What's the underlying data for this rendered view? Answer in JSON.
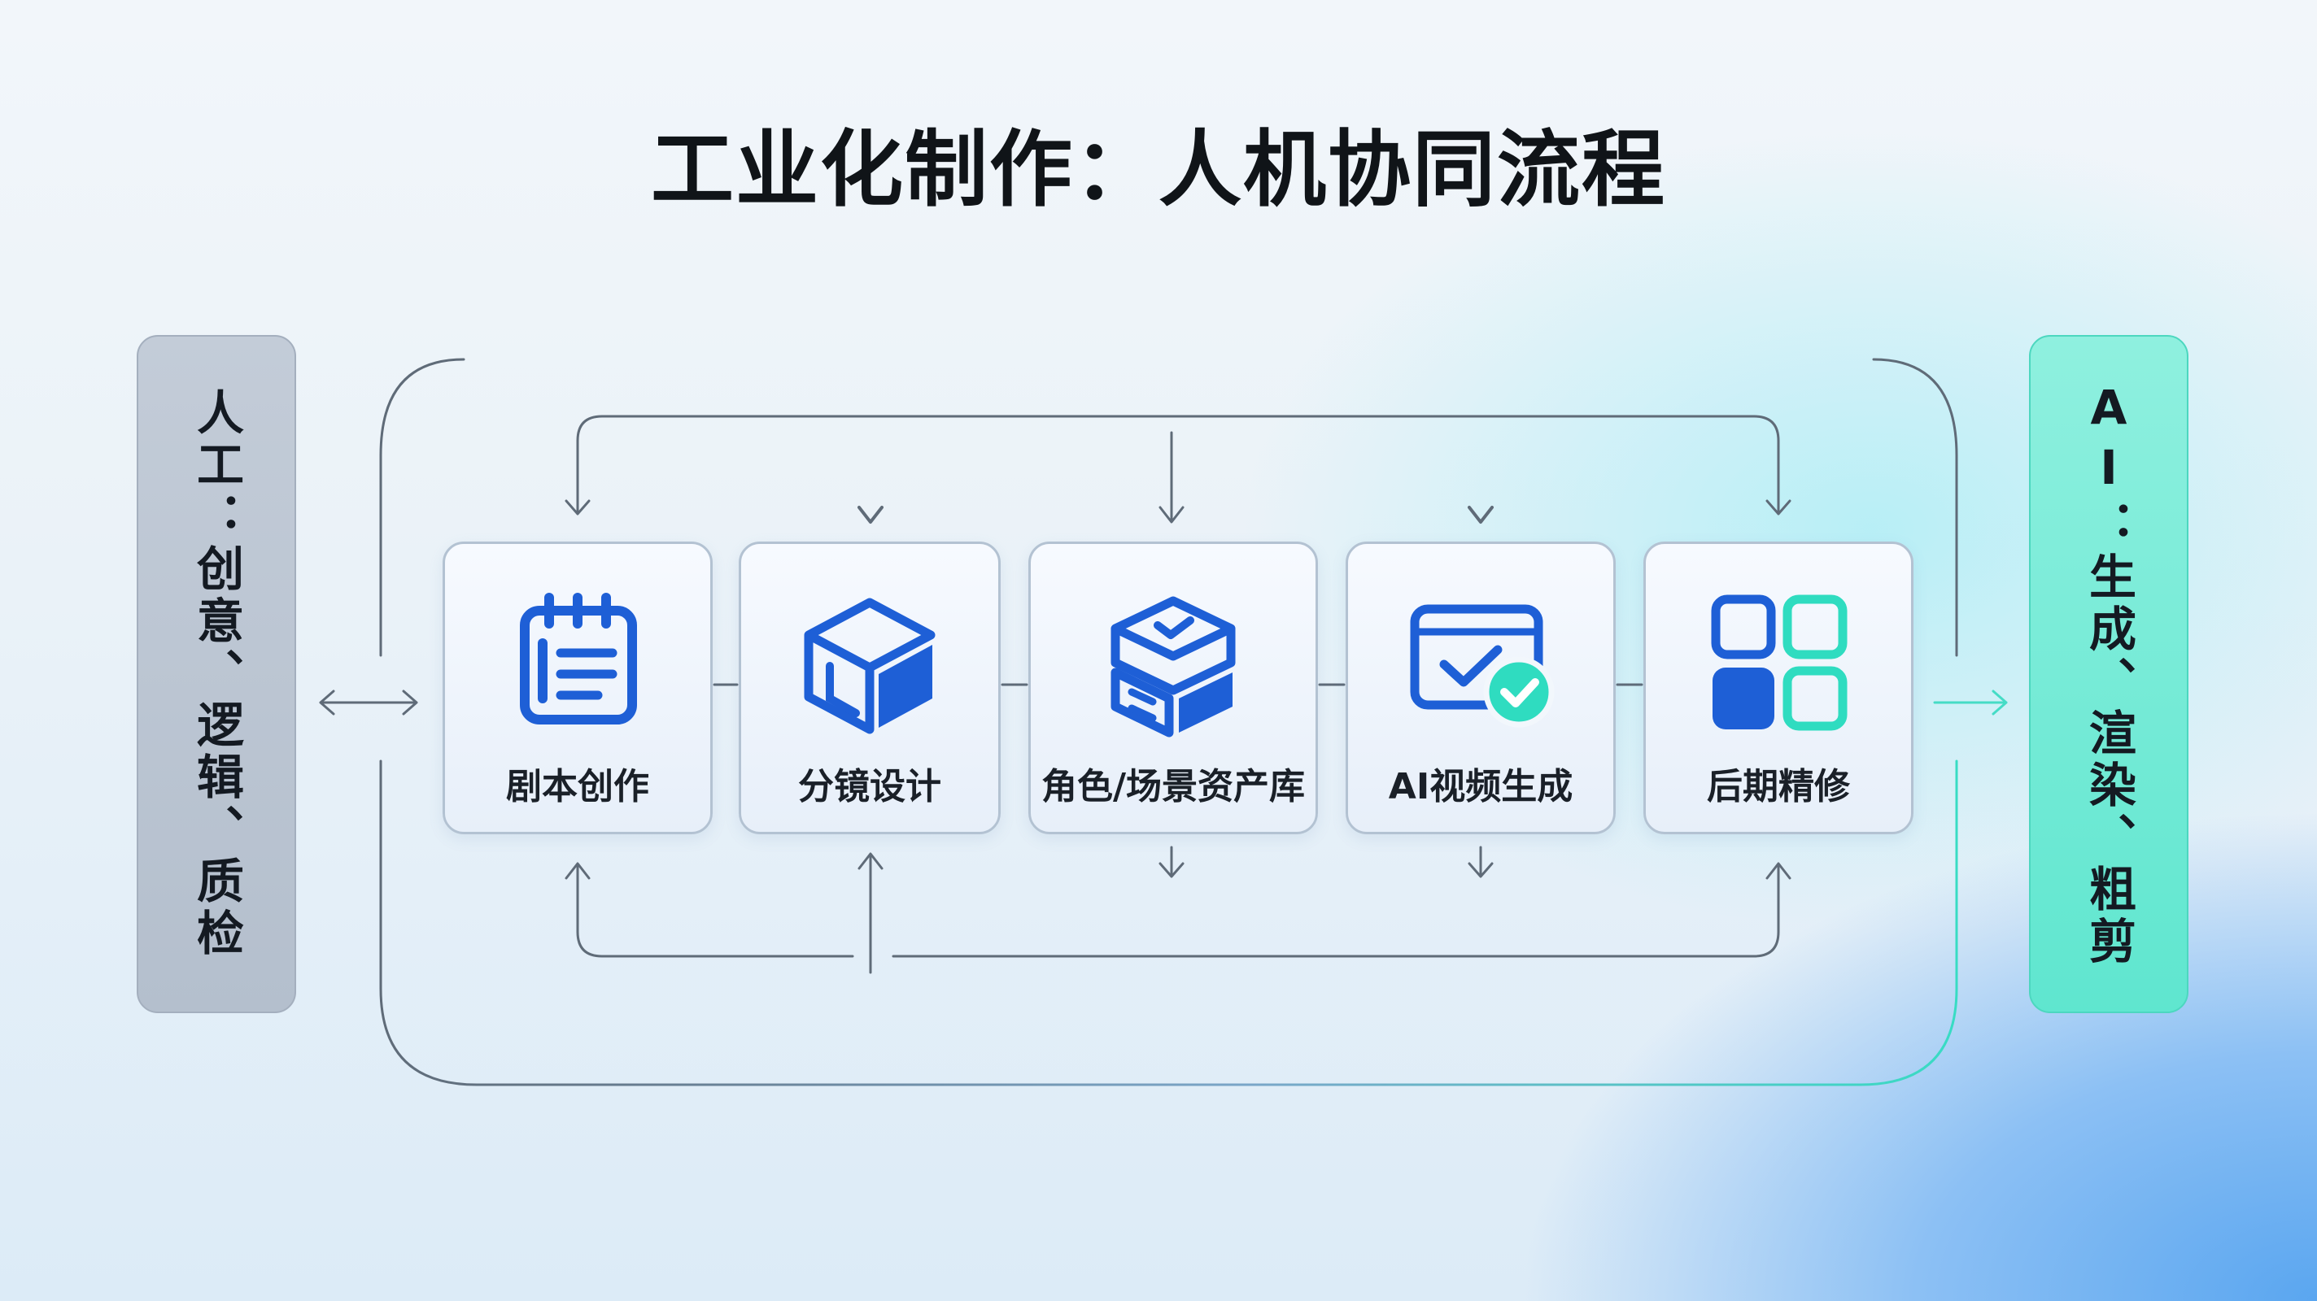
{
  "title": "工业化制作：人机协同流程",
  "left_panel": {
    "text": "人工：创意、逻辑、质检"
  },
  "right_panel": {
    "text": "AI：生成、渲染、粗剪"
  },
  "steps": [
    {
      "label": "剧本创作",
      "icon": "script-notepad-icon"
    },
    {
      "label": "分镜设计",
      "icon": "cube-storyboard-icon"
    },
    {
      "label": "角色/场景资产库",
      "icon": "asset-box-icon"
    },
    {
      "label": "AI视频生成",
      "icon": "video-check-icon"
    },
    {
      "label": "后期精修",
      "icon": "grid-apps-icon"
    }
  ],
  "colors": {
    "primary_blue": "#1e5fd6",
    "accent_teal": "#2fdcc0",
    "human_panel": "#bcc6d3",
    "ai_panel": "#6ee9d4",
    "line": "#5f6b78"
  }
}
